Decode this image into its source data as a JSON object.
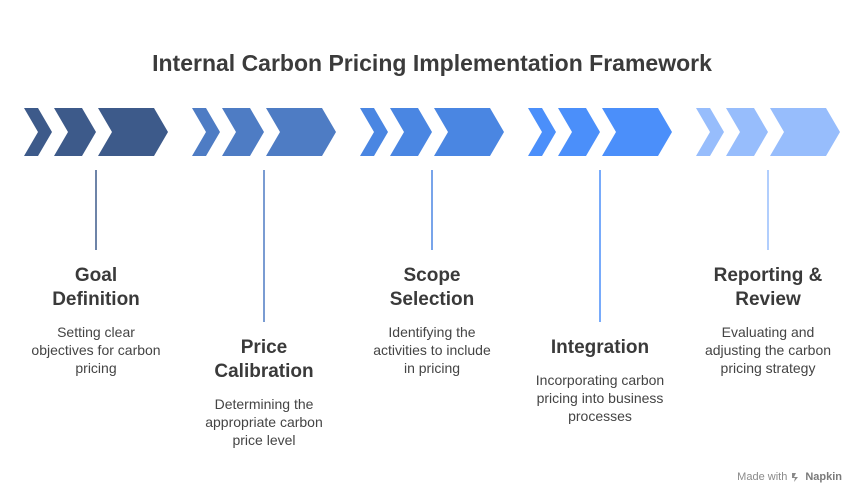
{
  "title": "Internal Carbon Pricing Implementation Framework",
  "steps": [
    {
      "title": "Goal\nDefinition",
      "description": "Setting clear\nobjectives for carbon\npricing",
      "color": "#3d5a8a"
    },
    {
      "title": "Price\nCalibration",
      "description": "Determining the\nappropriate carbon\nprice level",
      "color": "#4e7cc4"
    },
    {
      "title": "Scope\nSelection",
      "description": "Identifying the\nactivities to include\nin pricing",
      "color": "#4a86e2"
    },
    {
      "title": "Integration",
      "description": "Incorporating carbon\npricing into business\nprocesses",
      "color": "#4b8ffa"
    },
    {
      "title": "Reporting &\nReview",
      "description": "Evaluating and\nadjusting the carbon\npricing strategy",
      "color": "#97bdfc"
    }
  ],
  "footer": {
    "prefix": "Made with",
    "brand": "Napkin"
  }
}
